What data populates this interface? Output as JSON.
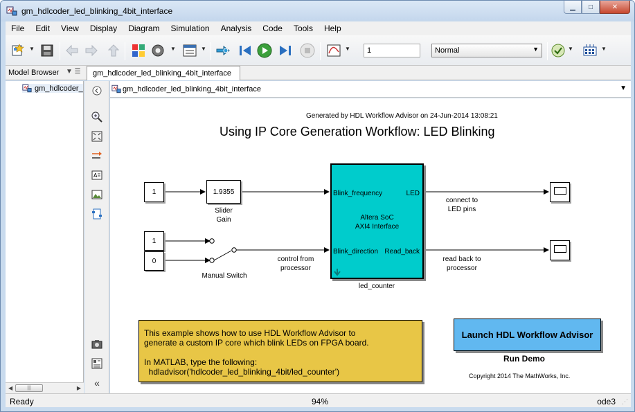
{
  "window": {
    "title": "gm_hdlcoder_led_blinking_4bit_interface",
    "minimize": "▁",
    "maximize": "□",
    "close": "✕"
  },
  "menu": [
    "File",
    "Edit",
    "View",
    "Display",
    "Diagram",
    "Simulation",
    "Analysis",
    "Code",
    "Tools",
    "Help"
  ],
  "toolbar": {
    "stop_time": "1",
    "sim_mode": "Normal",
    "icons": [
      "new-model-icon",
      "save-icon",
      "back-icon",
      "forward-icon",
      "up-icon",
      "library-browser-icon",
      "model-config-icon",
      "model-explorer-icon",
      "update-diagram-icon",
      "step-back-icon",
      "run-icon",
      "step-forward-icon",
      "stop-icon",
      "signal-viewer-icon",
      "model-advisor-icon",
      "build-icon"
    ]
  },
  "tabs": {
    "model_browser": "Model Browser",
    "active_tab": "gm_hdlcoder_led_blinking_4bit_interface"
  },
  "browser": {
    "item": "gm_hdlcoder_"
  },
  "address": {
    "path": "gm_hdlcoder_led_blinking_4bit_interface"
  },
  "diagram": {
    "generated": "Generated by HDL Workflow Advisor on 24-Jun-2014 13:08:21",
    "title": "Using IP Core Generation Workflow: LED Blinking",
    "const1_value": "1",
    "gain_value": "1.9355",
    "gain_label_1": "Slider",
    "gain_label_2": "Gain",
    "switch_const_top": "1",
    "switch_const_bottom": "0",
    "switch_label": "Manual Switch",
    "subsystem_line1": "Altera SoC",
    "subsystem_line2": "AXI4 Interface",
    "subsystem_name": "led_counter",
    "port_in1": "Blink_frequency",
    "port_in2": "Blink_direction",
    "port_out1": "LED",
    "port_out2": "Read_back",
    "label_led_1": "connect to",
    "label_led_2": "LED pins",
    "label_ctrl_1": "control from",
    "label_ctrl_2": "processor",
    "label_read_1": "read back to",
    "label_read_2": "processor",
    "note_lines": [
      "This example shows how to use HDL Workflow Advisor to",
      "generate a custom IP core which blink LEDs on FPGA board.",
      "",
      "In MATLAB, type the following:",
      "  hdladvisor('hdlcoder_led_blinking_4bit/led_counter')"
    ],
    "launch_button": "Launch HDL Workflow Advisor",
    "run_demo": "Run Demo",
    "copyright": "Copyright 2014 The MathWorks, Inc."
  },
  "status": {
    "left": "Ready",
    "zoom": "94%",
    "solver": "ode3"
  },
  "colors": {
    "subsystem_fill": "#00cccc",
    "note_fill": "#e8c646",
    "button_fill": "#61b8f0"
  }
}
